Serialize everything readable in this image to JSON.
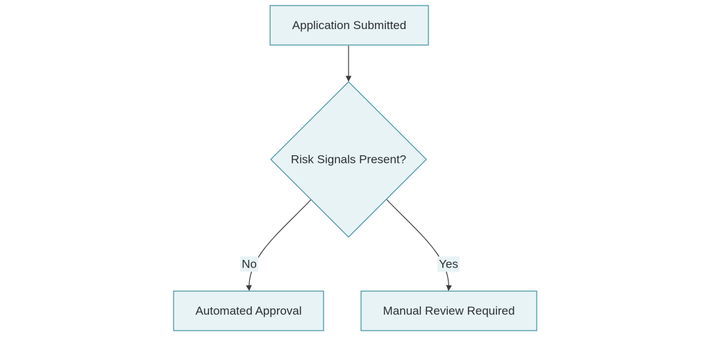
{
  "diagram": {
    "colors": {
      "node_fill": "#e8f3f5",
      "node_stroke": "#3a8fa0",
      "edge_stroke": "#3a3a3a",
      "label_bg": "#e8f3f5",
      "text": "#2b2f33"
    },
    "nodes": {
      "start": {
        "label": "Application Submitted",
        "shape": "rectangle"
      },
      "decision": {
        "label": "Risk Signals Present?",
        "shape": "diamond"
      },
      "auto": {
        "label": "Automated Approval",
        "shape": "rectangle"
      },
      "manual": {
        "label": "Manual Review Required",
        "shape": "rectangle"
      }
    },
    "edges": {
      "start_to_decision": {
        "from": "start",
        "to": "decision",
        "label": ""
      },
      "decision_to_auto": {
        "from": "decision",
        "to": "auto",
        "label": "No"
      },
      "decision_to_manual": {
        "from": "decision",
        "to": "manual",
        "label": "Yes"
      }
    }
  }
}
